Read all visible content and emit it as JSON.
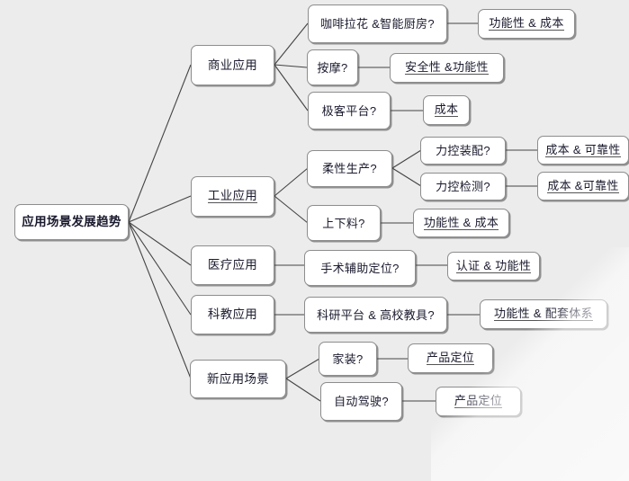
{
  "diagram": {
    "type": "mind-map",
    "title": "应用场景发展趋势",
    "background_color": "#ececec",
    "node_fill_color": "#ffffff",
    "node_border_color": "#8d8d8d",
    "text_color": "#1a1a2e"
  },
  "root": {
    "label": "应用场景发展趋势"
  },
  "nodes": {
    "l1_business": "商业应用",
    "l1_industrial": "工业应用",
    "l1_medical": "医疗应用",
    "l1_education": "科教应用",
    "l1_new_scenarios": "新应用场景",
    "l2_coffee_kitchen": "咖啡拉花 &智能厨房?",
    "l2_massage": "按摩?",
    "l2_geek_platform": "极客平台?",
    "l2_flexible_production": "柔性生产?",
    "l2_loading_unloading": "上下料?",
    "l2_surgery_positioning": "手术辅助定位?",
    "l2_research_teaching": "科研平台 & 高校教具?",
    "l2_home_decoration": "家装?",
    "l2_autonomous_driving": "自动驾驶?",
    "l3_force_assembly": "力控装配?",
    "l3_force_inspection": "力控检测?",
    "l4_function_cost_a": "功能性 & 成本",
    "l4_safety_function": "安全性 &功能性",
    "l4_cost": "成本",
    "l4_cost_reliability_a": "成本 & 可靠性",
    "l4_cost_reliability_b": "成本 &可靠性",
    "l4_function_cost_b": "功能性 & 成本",
    "l4_certification_function": "认证 & 功能性",
    "l4_function_support": "功能性 & 配套体系",
    "l4_product_positioning_a": "产品定位",
    "l4_product_positioning_b": "产品定位"
  }
}
